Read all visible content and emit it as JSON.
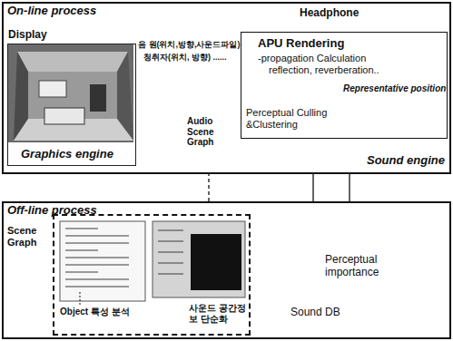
{
  "diagram": {
    "nodes": [
      {
        "text": [
          "On-line process"
        ]
      },
      {
        "text": [
          "Display",
          "Graphics engine"
        ],
        "in": 0
      },
      {
        "text": [
          "APU Rendering",
          "-propagation Calculation reflection, reverberation..",
          "Representative position",
          "Perceptual Culling &Clustering"
        ],
        "in": 0
      },
      {
        "text": [
          "Off-line process"
        ]
      },
      {
        "text": [
          "Object 특성 분석",
          "사운드 공간정보 단순화"
        ],
        "in": 3
      }
    ],
    "edges": [
      {
        "from": 1,
        "to": 2,
        "arrow": "to"
      }
    ],
    "labels": [
      "Headphone",
      "음 원(위치,방향,사운드파일)",
      "청취자(위치, 방향) ......",
      "Audio Scene Graph",
      "Sound engine",
      "Scene Graph",
      "Sound DB",
      "Perceptual importance"
    ]
  }
}
